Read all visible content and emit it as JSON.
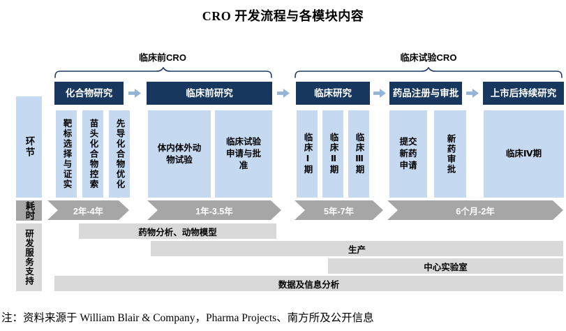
{
  "title": "CRO 开发流程与各模块内容",
  "groups": [
    {
      "label": "临床前CRO"
    },
    {
      "label": "临床试验CRO"
    }
  ],
  "stages": [
    {
      "title": "化合物研究",
      "items": [
        "靶标选择与证实",
        "苗头化合物控索",
        "先导化合物优化"
      ]
    },
    {
      "title": "临床前研究",
      "items": [
        "体内体外动物试验",
        "临床试验申请与批准"
      ]
    },
    {
      "title": "临床研究",
      "items": [
        "临床Ⅰ期",
        "临床Ⅱ期",
        "临床Ⅲ期"
      ]
    },
    {
      "title": "药品注册与审批",
      "items": [
        "提交新药申请",
        "新药审批"
      ]
    },
    {
      "title": "上市后持续研究",
      "items": [
        "临床Ⅳ期"
      ]
    }
  ],
  "sidebar": {
    "phase": "环节",
    "duration": "耗时",
    "service": "研发服务支持"
  },
  "durations": [
    "2年-4年",
    "1年-3.5年",
    "5年-7年",
    "6个月-2年"
  ],
  "services": [
    "药物分析、动物模型",
    "生产",
    "中心实验室",
    "数据及信息分析"
  ],
  "footnote": "注：资料来源于 William Blair & Company，Pharma Projects、南方所及公开信息",
  "colors": {
    "header_bg": "#17375e",
    "header_text": "#ffffff",
    "item_bg": "#c5d9f1",
    "flow_arrow": "#95b3d7",
    "brace": "#1f3864",
    "duration_bg": "#a6a6a6",
    "duration_text": "#ffffff",
    "service_bg": "#d9d9d9"
  }
}
